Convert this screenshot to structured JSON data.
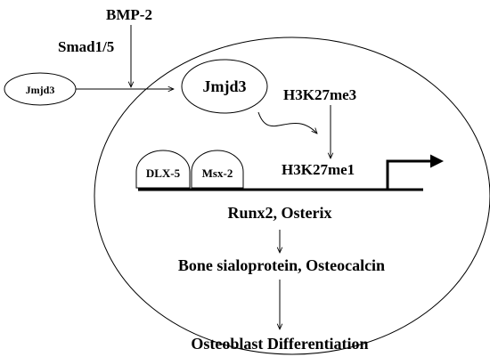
{
  "diagram": {
    "signals": {
      "bmp2": "BMP-2",
      "smad": "Smad1/5"
    },
    "nodes": {
      "jmjd3_outer": "Jmjd3",
      "jmjd3_inner": "Jmjd3",
      "dlx5": "DLX-5",
      "msx2": "Msx-2"
    },
    "marks": {
      "h3k27me3": "H3K27me3",
      "h3k27me1": "H3K27me1"
    },
    "genes": {
      "runx2_osterix": "Runx2, Osterix",
      "bone_markers": "Bone sialoprotein, Osteocalcin",
      "outcome": "Osteoblast Differentiation"
    },
    "colors": {
      "stroke": "#000000",
      "background": "#ffffff"
    }
  }
}
